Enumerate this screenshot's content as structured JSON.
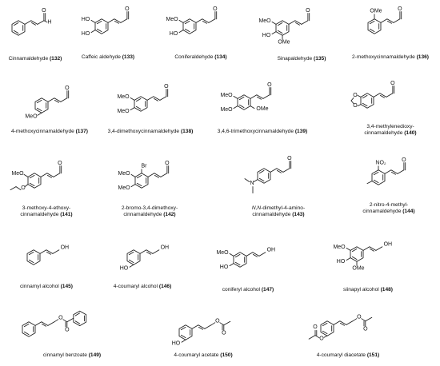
{
  "compounds": [
    {
      "id": "132",
      "name_parts": [
        "Cinnamaldehyde "
      ],
      "number": "132",
      "atoms": {
        "ald": "O",
        "h": "H"
      }
    },
    {
      "id": "133",
      "name_parts": [
        "Caffeic aldehyde "
      ],
      "number": "133",
      "atoms": {
        "s1": "HO",
        "s2": "HO",
        "ald": "O"
      }
    },
    {
      "id": "134",
      "name_parts": [
        "Coniferaldehyde "
      ],
      "number": "134",
      "atoms": {
        "s1": "MeO",
        "s2": "HO",
        "ald": "O"
      }
    },
    {
      "id": "135",
      "name_parts": [
        "Sinapaldehyde "
      ],
      "number": "135",
      "atoms": {
        "s1": "MeO",
        "s2": "HO",
        "s3": "OMe",
        "ald": "O"
      }
    },
    {
      "id": "136",
      "name_parts": [
        "2-methoxycinnamaldehyde "
      ],
      "number": "136",
      "atoms": {
        "s1": "OMe",
        "ald": "O"
      }
    },
    {
      "id": "137",
      "name_parts": [
        "4-methoxycinnamaldehyde "
      ],
      "number": "137",
      "atoms": {
        "s1": "MeO",
        "ald": "O"
      }
    },
    {
      "id": "138",
      "name_parts": [
        "3,4-dimethoxycinnamaldehyde "
      ],
      "number": "138",
      "atoms": {
        "s1": "MeO",
        "s2": "MeO",
        "ald": "O"
      }
    },
    {
      "id": "139",
      "name_parts": [
        "3,4,6-trimethoxycinnamaldehyde "
      ],
      "number": "139",
      "atoms": {
        "s1": "MeO",
        "s2": "MeO",
        "s3": "OMe",
        "ald": "O"
      }
    },
    {
      "id": "140",
      "name_parts": [
        "3,4-methylenedioxy-",
        "cinnamaldehyde "
      ],
      "number": "140",
      "atoms": {
        "s1": "O",
        "s2": "O",
        "ald": "O"
      }
    },
    {
      "id": "141",
      "name_parts": [
        "3-methoxy-4-ethoxy-",
        "cinnamaldehyde "
      ],
      "number": "141",
      "atoms": {
        "s1": "MeO",
        "s2": "O",
        "ald": "O"
      }
    },
    {
      "id": "142",
      "name_parts": [
        "2-bromo-3,4-dimethoxy-",
        "cinnamaldehyde "
      ],
      "number": "142",
      "atoms": {
        "s1": "Br",
        "s2": "MeO",
        "s3": "MeO",
        "ald": "O"
      }
    },
    {
      "id": "143",
      "name_parts": [
        "N,N",
        "-dimethyl-4-amino-",
        "cinnamaldehyde "
      ],
      "number": "143",
      "atoms": {
        "s1": "N",
        "ald": "O"
      }
    },
    {
      "id": "144",
      "name_parts": [
        "2-nitro-4-methyl-",
        "cinnamaldehyde "
      ],
      "number": "144",
      "atoms": {
        "s1": "NO₂",
        "ald": "O"
      }
    },
    {
      "id": "145",
      "name_parts": [
        "cinnamyl alcohol "
      ],
      "number": "145",
      "atoms": {
        "oh": "OH"
      }
    },
    {
      "id": "146",
      "name_parts": [
        "4-coumaryl alcohol "
      ],
      "number": "146",
      "atoms": {
        "s1": "HO",
        "oh": "OH"
      }
    },
    {
      "id": "147",
      "name_parts": [
        "coniferyl alcohol "
      ],
      "number": "147",
      "atoms": {
        "s1": "MeO",
        "s2": "HO",
        "oh": "OH"
      }
    },
    {
      "id": "148",
      "name_parts": [
        "siinapyl alcohol "
      ],
      "number": "148",
      "atoms": {
        "s1": "MeO",
        "s2": "HO",
        "s3": "OMe",
        "oh": "OH"
      }
    },
    {
      "id": "149",
      "name_parts": [
        "cinnamyl benzoate "
      ],
      "number": "149",
      "atoms": {
        "o1": "O",
        "o2": "O"
      }
    },
    {
      "id": "150",
      "name_parts": [
        "4-coumaryl acetate "
      ],
      "number": "150",
      "atoms": {
        "s1": "HO",
        "o1": "O",
        "o2": "O"
      }
    },
    {
      "id": "151",
      "name_parts": [
        "4-coumaryl diacetate "
      ],
      "number": "151",
      "atoms": {
        "o1": "O",
        "o2": "O",
        "o3": "O",
        "o4": "O"
      }
    }
  ]
}
